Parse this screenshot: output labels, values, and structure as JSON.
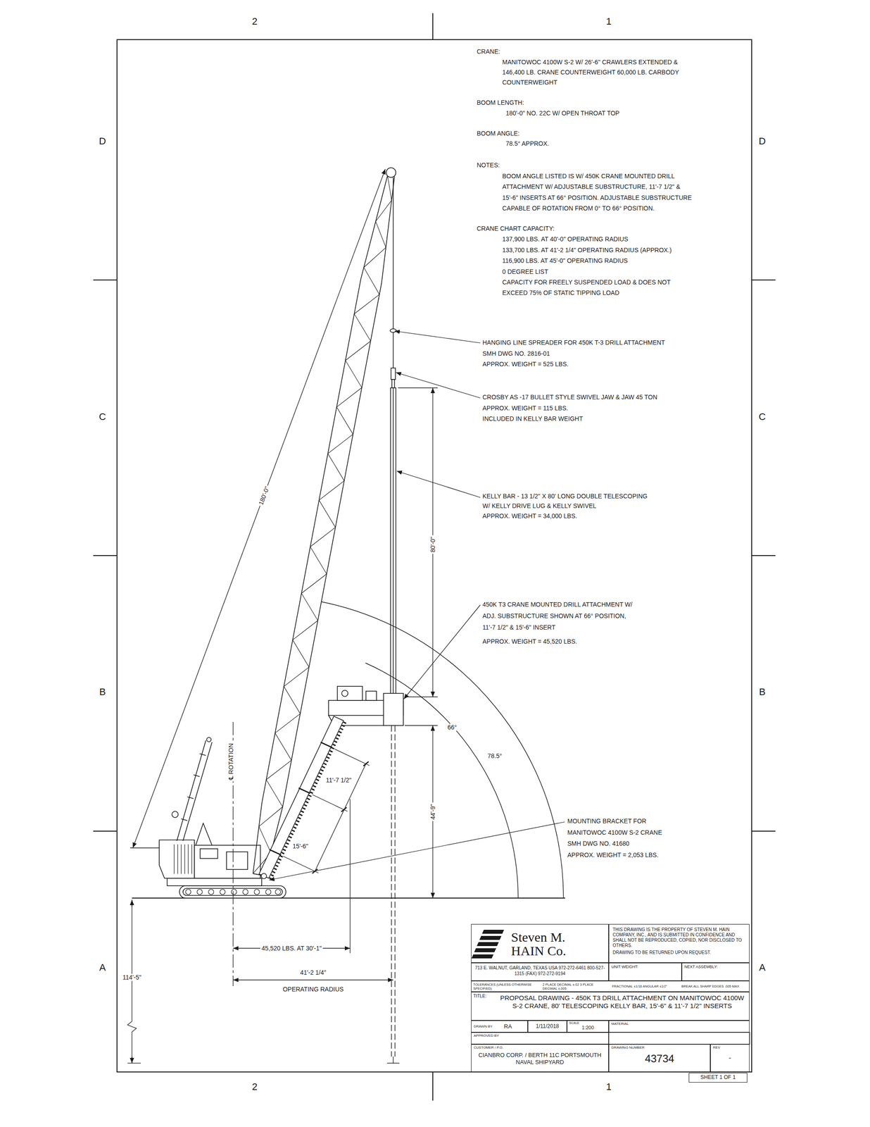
{
  "diagram": {
    "nodes": [
      {
        "text": [
          "Steven M. HAIN Co."
        ]
      },
      {
        "text": [
          "THIS DRAWING IS THE PROPERTY OF STEVEN M. HAIN COMPANY, INC., AND IS SUBMITTED IN CONFIDENCE AND SHALL NOT BE REPRODUCED, COPIED, NOR DISCLOSED TO OTHERS.",
          "DRAWING TO BE RETURNED UPON REQUEST."
        ]
      },
      {
        "text": [
          "713 E. WALNUT, GARLAND, TEXAS USA 972-272-6461 800-527-1315 (FAX) 972-272-9194"
        ]
      },
      {
        "text": [
          "UNIT WEIGHT:"
        ]
      },
      {
        "text": [
          "NEXT ASSEMBLY:"
        ]
      },
      {
        "text": [
          "TOLERANCES (UNLESS OTHERWISE SPECIFIED)",
          "2 PLACE DECIMAL ±.02 3 PLACE DECIMAL ±.005",
          "FRACTIONAL ±1/16 ANGULAR ±1/2°",
          "BREAK ALL SHARP EDGES .005 MAX"
        ]
      },
      {
        "text": [
          "TITLE:",
          "PROPOSAL DRAWING - 450K T3 DRILL ATTACHMENT ON MANITOWOC 4100W S-2 CRANE, 80' TELESCOPING KELLY BAR, 15'-6\" & 11'-7 1/2\" INSERTS"
        ]
      },
      {
        "text": [
          "DRAWN BY",
          "RA"
        ]
      },
      {
        "text": [
          "1/11/2018"
        ]
      },
      {
        "text": [
          "SCALE",
          "1:200"
        ]
      },
      {
        "text": [
          "MATERIAL"
        ]
      },
      {
        "text": [
          "APPROVED BY"
        ]
      },
      {
        "text": [
          "CUSTOMER / P.O.",
          "CIANBRO CORP. / BERTH 11C PORTSMOUTH NAVAL SHIPYARD"
        ]
      },
      {
        "text": [
          "DRAWING NUMBER",
          "43734"
        ]
      },
      {
        "text": [
          "REV",
          "-"
        ]
      },
      {
        "text": [
          "SHEET 1 OF 1"
        ]
      }
    ],
    "labels": [
      "2",
      "1",
      "D",
      "D",
      "C",
      "C",
      "B",
      "B",
      "A",
      "A",
      "2",
      "1",
      "CRANE:",
      "MANITOWOC 4100W S-2 W/ 26'-6\" CRAWLERS EXTENDED &",
      "146,400 LB. CRANE COUNTERWEIGHT 60,000 LB. CARBODY",
      "COUNTERWEIGHT",
      "BOOM LENGTH:",
      "180'-0\" NO. 22C W/ OPEN THROAT TOP",
      "BOOM ANGLE:",
      "78.5° APPROX.",
      "NOTES:",
      "BOOM ANGLE LISTED IS W/ 450K CRANE MOUNTED DRILL",
      "ATTACHMENT W/ ADJUSTABLE SUBSTRUCTURE, 11'-7 1/2\" &",
      "15'-6\" INSERTS AT 66° POSITION. ADJUSTABLE SUBSTRUCTURE",
      "CAPABLE OF ROTATION FROM 0° TO 66° POSITION.",
      "CRANE CHART CAPACITY:",
      "137,900 LBS. AT 40'-0\" OPERATING RADIUS",
      "133,700 LBS. AT 41'-2 1/4\" OPERATING RADIUS (APPROX.)",
      "116,900 LBS. AT 45'-0\" OPERATING RADIUS",
      "0 DEGREE LIST",
      "CAPACITY FOR FREELY SUSPENDED LOAD & DOES NOT",
      "EXCEED 75% OF STATIC TIPPING LOAD",
      "HANGING LINE SPREADER FOR 450K T-3 DRILL ATTACHMENT",
      "SMH DWG NO. 2816-01",
      "APPROX. WEIGHT = 525 LBS.",
      "CROSBY AS -17 BULLET STYLE SWIVEL JAW & JAW 45 TON",
      "APPROX. WEIGHT = 115 LBS.",
      "INCLUDED IN KELLY BAR WEIGHT",
      "KELLY BAR - 13 1/2\" X 80' LONG DOUBLE TELESCOPING",
      "W/ KELLY DRIVE LUG & KELLY SWIVEL",
      "APPROX. WEIGHT = 34,000 LBS.",
      "450K T3 CRANE MOUNTED DRILL ATTACHMENT W/",
      "ADJ. SUBSTRUCTURE SHOWN AT 66° POSITION,",
      "11'-7 1/2\" & 15'-6\" INSERT",
      "APPROX. WEIGHT = 45,520 LBS.",
      "MOUNTING BRACKET FOR",
      "MANITOWOC 4100W S-2 CRANE",
      "SMH DWG NO. 41680",
      "APPROX. WEIGHT = 2,053 LBS.",
      "180'-0\"",
      "80'-0\"",
      "66°",
      "78.5°",
      "11'-7 1/2\"",
      "℄ ROTATION",
      "44'-9\"",
      "15'-6\"",
      "45,520 LBS. AT 30'-1\"",
      "41'-2 1/4\"",
      "OPERATING RADIUS",
      "114'-5\""
    ]
  }
}
